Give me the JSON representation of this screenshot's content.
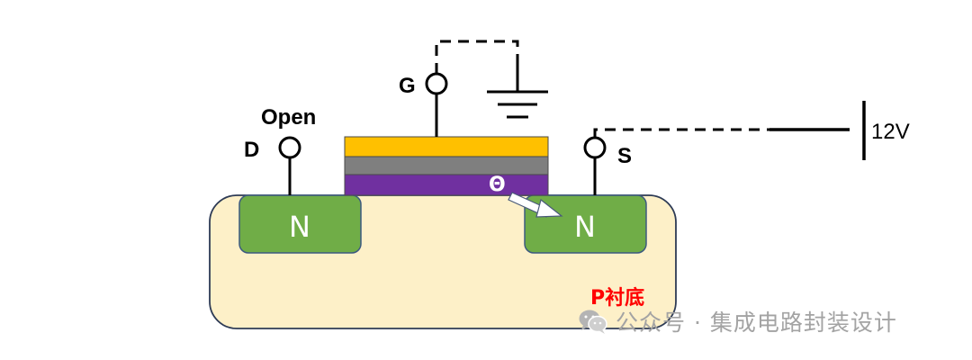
{
  "diagram": {
    "gate_label": "G",
    "drain_label": "D",
    "drain_state": "Open",
    "source_label": "S",
    "supply_voltage": "12V",
    "region_left_label": "N",
    "region_right_label": "N",
    "electron_symbol": "Θ",
    "substrate_label": "P衬底"
  },
  "watermark": {
    "text": "公众号 · 集成电路封装设计"
  },
  "colors": {
    "substrate_fill": "#FDF0C8",
    "substrate_stroke": "#2E3B55",
    "n_region": "#70AD47",
    "gate_metal": "#FFC000",
    "gate_oxide": "#7F7F7F",
    "gate_poly": "#7030A0",
    "substrate_label": "#FF0000",
    "watermark": "#A3A3A3"
  }
}
